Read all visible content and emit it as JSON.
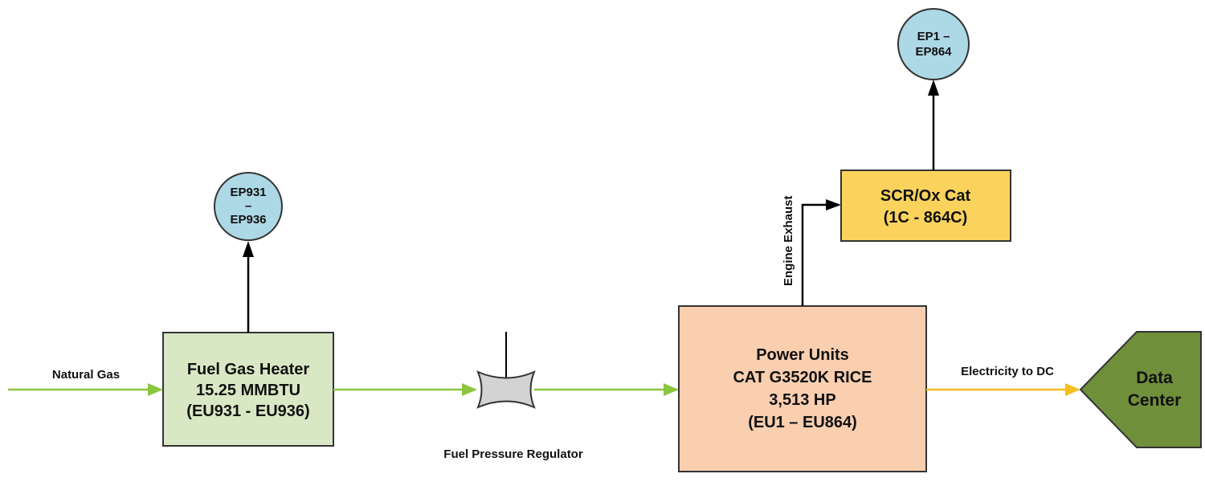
{
  "colors": {
    "gas_line": "#8cc63f",
    "electric_line": "#f5bf1e",
    "exhaust_line": "#000000",
    "heater_fill": "#d9e8c4",
    "power_fill": "#f9cfb0",
    "scr_fill": "#fbd35c",
    "emission_point_fill": "#add8e6",
    "data_center_fill": "#6f8f3a",
    "regulator_fill": "#d3d3d3"
  },
  "streams": {
    "natural_gas": "Natural Gas",
    "electricity": "Electricity to DC",
    "engine_exhaust": "Engine Exhaust"
  },
  "fuel_gas_heater": {
    "line1": "Fuel Gas Heater",
    "line2": "15.25 MMBTU",
    "line3": "(EU931 - EU936)"
  },
  "regulator": {
    "label": "Fuel Pressure Regulator",
    "icon": "valve-icon"
  },
  "power_units": {
    "line1": "Power Units",
    "line2": "CAT G3520K RICE",
    "line3": "3,513 HP",
    "line4": "(EU1 – EU864)"
  },
  "scr_ox_cat": {
    "line1": "SCR/Ox Cat",
    "line2": "(1C - 864C)"
  },
  "emission_points": {
    "heater": {
      "line1": "EP931",
      "line2": "–",
      "line3": "EP936"
    },
    "engines": {
      "line1": "EP1 –",
      "line2": "EP864"
    }
  },
  "data_center": {
    "line1": "Data",
    "line2": "Center"
  }
}
